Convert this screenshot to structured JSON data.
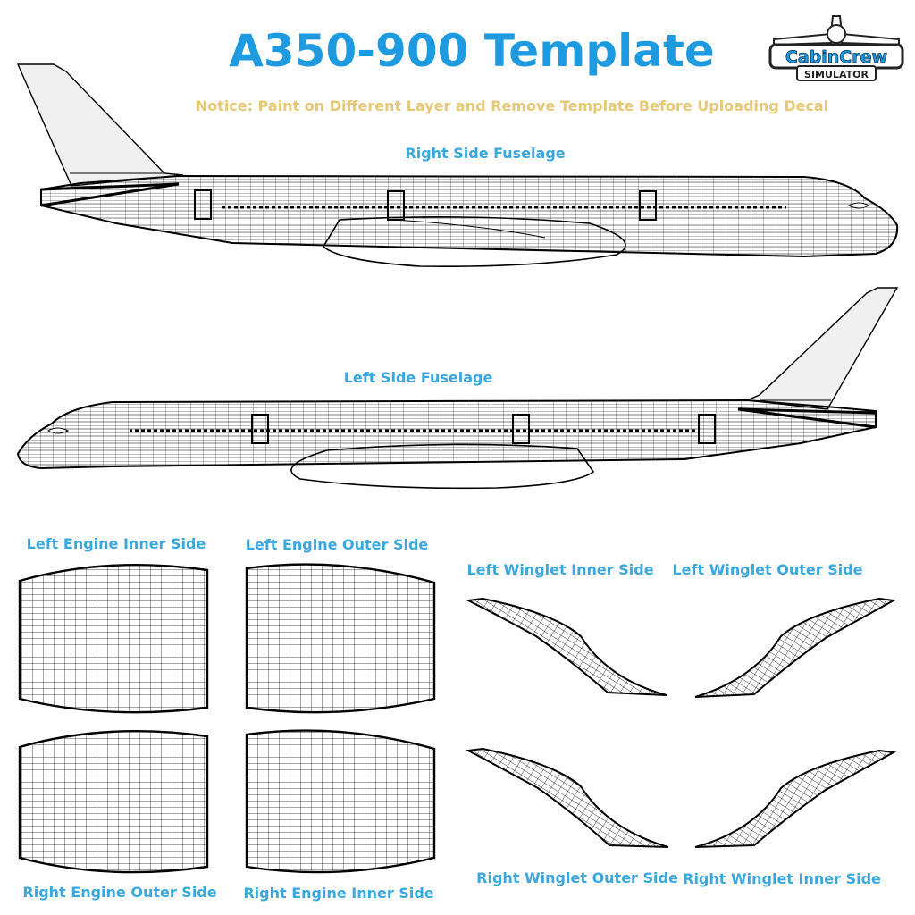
{
  "title": "A350-900 Template",
  "notice": "Notice: Paint on Different Layer and Remove Template Before Uploading Decal",
  "logo": {
    "line1": "CabinCrew",
    "line2": "SIMULATOR"
  },
  "labels": {
    "right_fuselage": "Right Side Fuselage",
    "left_fuselage": "Left Side Fuselage",
    "left_engine_inner": "Left Engine Inner Side",
    "left_engine_outer": "Left Engine Outer Side",
    "right_engine_outer": "Right Engine Outer Side",
    "right_engine_inner": "Right Engine Inner Side",
    "left_winglet_inner": "Left Winglet Inner Side",
    "left_winglet_outer": "Left Winglet Outer Side",
    "right_winglet_outer": "Right Winglet Outer Side",
    "right_winglet_inner": "Right Winglet Inner Side"
  },
  "colors": {
    "title": "#1e9ae0",
    "label": "#3aa8de",
    "notice": "#e6c876",
    "outline": "#000000",
    "tail_fill": "#f0f0f0"
  }
}
